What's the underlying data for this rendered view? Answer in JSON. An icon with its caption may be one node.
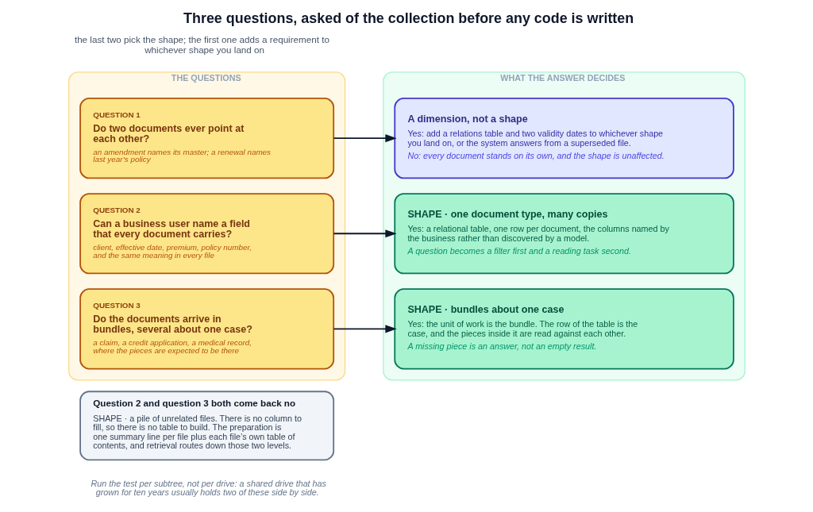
{
  "diagram": {
    "title": "Three questions, asked of the collection before any code is written",
    "caption": "Run the test per subtree, not per drive: a shared drive that has grown for ten years usually holds two of these side by side.",
    "nodes": [
      {
        "text": [
          "THE QUESTIONS"
        ]
      },
      {
        "text": [
          "QUESTION 1",
          "Do two documents ever point at each other?",
          "an amendment names its master; a renewal names last year’s policy"
        ],
        "in": 0
      },
      {
        "text": [
          "QUESTION 2",
          "Can a business user name a field that every document carries?",
          "client, effective date, premium, policy number, and the same meaning in every file"
        ],
        "in": 0
      },
      {
        "text": [
          "QUESTION 3",
          "Do the documents arrive in bundles, several about one case?",
          "a claim, a credit application, a medical record, where the pieces are expected to be there"
        ],
        "in": 0
      },
      {
        "text": [
          "WHAT THE ANSWER DECIDES"
        ]
      },
      {
        "text": [
          "A dimension, not a shape",
          "Yes: add a relations table and two validity dates to whichever shape you land on, or the system answers from a superseded file.",
          "No: every document stands on its own, and the shape is unaffected."
        ],
        "in": 4
      },
      {
        "text": [
          "SHAPE · one document type, many copies",
          "Yes: a relational table, one row per document, the columns named by the business rather than discovered by a model.",
          "A question becomes a filter first and a reading task second."
        ],
        "in": 4
      },
      {
        "text": [
          "SHAPE · bundles about one case",
          "Yes: the unit of work is the bundle. The row of the table is the case, and the pieces inside it are read against each other.",
          "A missing piece is an answer, not an empty result."
        ],
        "in": 4
      },
      {
        "text": [
          "Question 2 and question 3 both come back no",
          "SHAPE · a pile of unrelated files. There is no column to fill, so there is no table to build. The preparation is one summary line per file plus each file’s own table of contents, and retrieval routes down those two levels."
        ]
      }
    ],
    "edges": [
      {
        "from": 1,
        "to": 5,
        "arrow": "to"
      },
      {
        "from": 2,
        "to": 6,
        "arrow": "to"
      },
      {
        "from": 3,
        "to": 7,
        "arrow": "to"
      }
    ],
    "labels": [
      "the last two pick the shape; the first one adds a requirement to whichever shape you land on"
    ]
  }
}
